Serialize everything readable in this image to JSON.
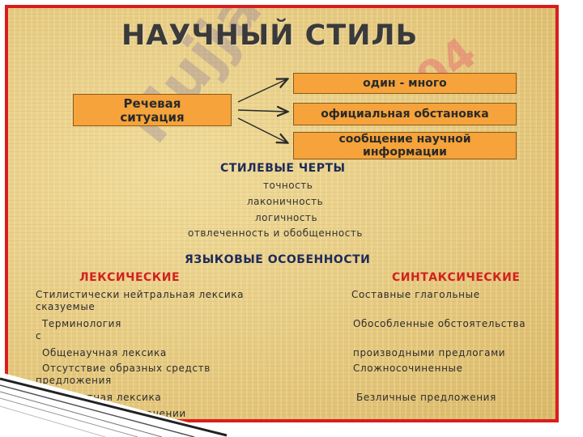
{
  "title": "НАУЧНЫЙ СТИЛЬ",
  "speech_situation": [
    "Речевая",
    "ситуация"
  ],
  "situation_items": [
    [
      "один - много"
    ],
    [
      "официальная обстановка"
    ],
    [
      "сообщение научной",
      "информации"
    ]
  ],
  "style_features_heading": "СТИЛЕВЫЕ ЧЕРТЫ",
  "style_features": [
    "точность",
    "лаконичность",
    "логичность",
    "отвлеченность и обобщенность"
  ],
  "language_features_heading": "ЯЗЫКОВЫЕ ОСОБЕННОСТИ",
  "lexical_heading": "ЛЕКСИЧЕСКИЕ",
  "syntactic_heading": "СИНТАКСИЧЕСКИЕ",
  "lexical_items": [
    "Стилистически нейтральная лексика",
    "сказуемые",
    "Терминология",
    "с",
    "Общенаучная лексика",
    "Отсутствие образных средств",
    "предложения",
    "Абстрактная лексика",
    "Слова в прямом значении"
  ],
  "syntactic_items": [
    "Составные глагольные",
    "Обособленные обстоятельства",
    "производными предлогами",
    "Сложносочиненные",
    "Безличные предложения"
  ],
  "watermark_main": "Hujjat",
  "watermark_num": "04",
  "colors": {
    "border": "#d81e1e",
    "box": "#f5a33a",
    "red_heading": "#d22020",
    "blue_heading": "#1e2a5a"
  }
}
